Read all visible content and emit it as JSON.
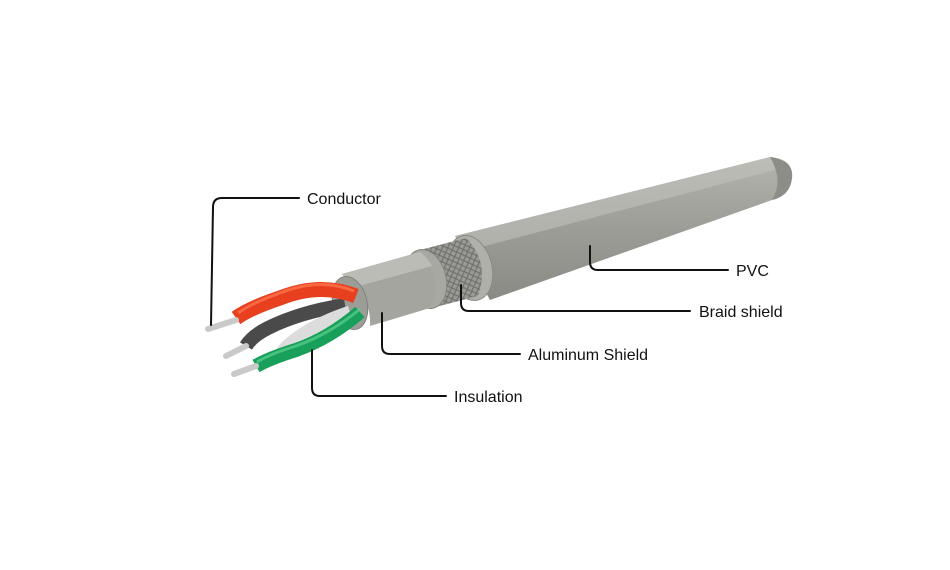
{
  "labels": {
    "conductor": "Conductor",
    "pvc": "PVC",
    "braid_shield": "Braid shield",
    "aluminum_shield": "Aluminum Shield",
    "insulation": "Insulation"
  },
  "colors": {
    "background": "#ffffff",
    "jacket": "#9b9b96",
    "jacket_highlight": "#b9b9b4",
    "braid": "#8e8e89",
    "aluminum_foil": "#a7a7a2",
    "conductor_metal": "#c9c9c9",
    "wire_red": "#e8401e",
    "wire_green": "#18a05a",
    "wire_black": "#4a4a4a",
    "wire_white": "#dcdcdc",
    "leader_lines": "#111111"
  },
  "icons": [
    "cable-illustration"
  ]
}
